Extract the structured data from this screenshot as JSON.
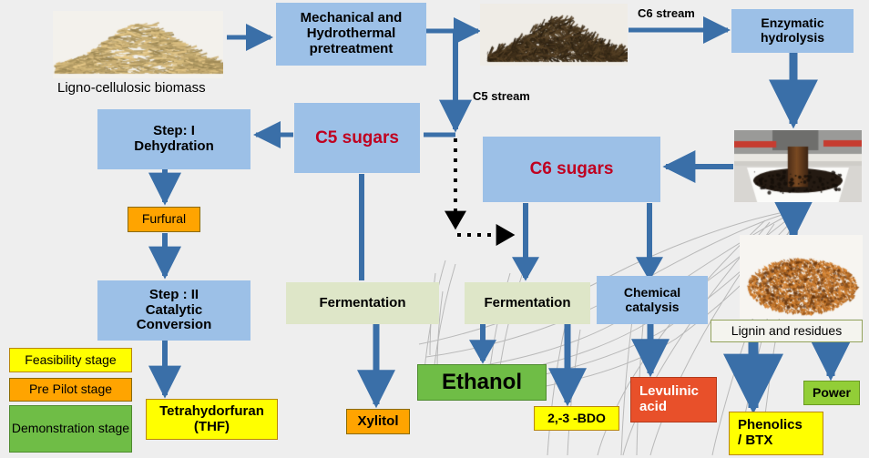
{
  "diagram": {
    "title": "Ligno-cellulosic biomass biorefinery process flow",
    "background": "#eeeeee",
    "colors": {
      "process_blue": "#9CC0E7",
      "sugar_label_red": "#C00020",
      "fermentation_green": "#DEE6C8",
      "product_yellow": "#FFFF00",
      "product_orange": "#FFA400",
      "product_green": "#6FBD46",
      "power_green": "#92CE37",
      "levulinic_red": "#E8502A",
      "arrow_blue": "#3A6FA8",
      "outline_olive": "#93A35C"
    }
  },
  "photos": {
    "biomass": {
      "name": "straw-biomass-photo"
    },
    "pretreated": {
      "name": "pretreated-dark-biomass-photo"
    },
    "reactor": {
      "name": "hydrolysis-reactor-photo"
    },
    "lignin_powder": {
      "name": "brown-lignin-powder-photo"
    }
  },
  "captions": {
    "biomass": "Ligno-cellulosic  biomass"
  },
  "stream_labels": {
    "c6": "C6 stream",
    "c5": "C5 stream"
  },
  "nodes": {
    "pretreatment": "Mechanical and Hydrothermal pretreatment",
    "pretreatment_lines": [
      "Mechanical and",
      "Hydrothermal",
      "pretreatment"
    ],
    "enzymatic_hydrolysis_lines": [
      "Enzymatic",
      "hydrolysis"
    ],
    "c5_sugars": "C5 sugars",
    "c6_sugars": "C6 sugars",
    "step1_lines": [
      "Step: I",
      "Dehydration"
    ],
    "step2_lines": [
      "Step : II",
      "Catalytic",
      "Conversion"
    ],
    "fermentation_c5": "Fermentation",
    "fermentation_c6": "Fermentation",
    "chemical_catalysis_lines": [
      "Chemical",
      "catalysis"
    ],
    "lignin_residues": "Lignin and residues"
  },
  "products": {
    "furfural": "Furfural",
    "thf_lines": [
      "Tetrahydorfuran",
      "(THF)"
    ],
    "xylitol": "Xylitol",
    "ethanol": "Ethanol",
    "bdo": "2,-3 -BDO",
    "levulinic_lines": [
      "Levulinic",
      "acid"
    ],
    "phenolics_lines": [
      "Phenolics",
      "/  BTX"
    ],
    "power": "Power"
  },
  "legend": {
    "items": [
      {
        "label": "Feasibility stage",
        "color": "#FFFF00"
      },
      {
        "label": "Pre Pilot stage",
        "color": "#FFA400"
      },
      {
        "label": "Demonstration stage",
        "color": "#6FBD46"
      }
    ]
  }
}
